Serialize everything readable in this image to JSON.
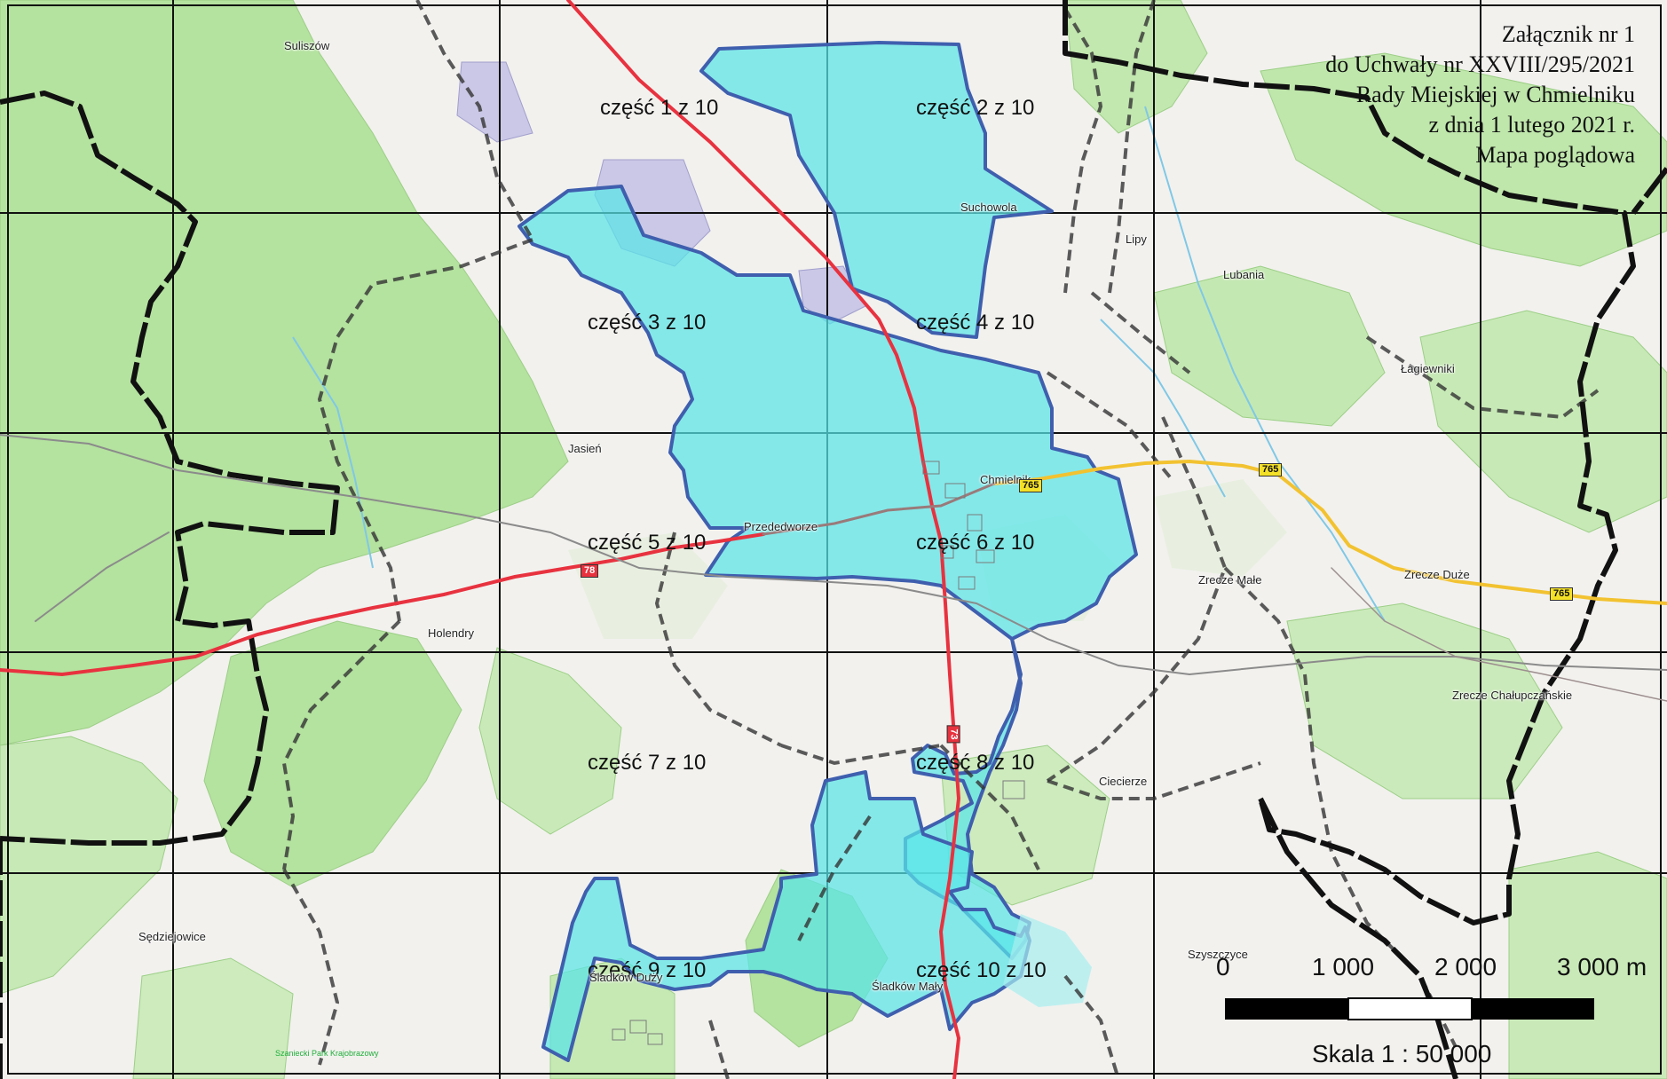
{
  "header": {
    "lines": [
      "Załącznik nr 1",
      "do Uchwały nr XXVIII/295/2021",
      "Rady Miejskiej w Chmielniku",
      "z dnia 1 lutego 2021 r.",
      "Mapa poglądowa"
    ]
  },
  "parts": [
    "część 1 z 10",
    "część 2 z 10",
    "część 3 z 10",
    "część 4 z 10",
    "część 5 z 10",
    "część 6 z 10",
    "część 7 z 10",
    "część 8 z 10",
    "część 9 z 10",
    "część 10 z 10"
  ],
  "places": [
    "Suliszów",
    "Suchowola",
    "Lipy",
    "Lubania",
    "Łagiewniki",
    "Jasień",
    "Chmielnik",
    "Przededworze",
    "Zrecze Małe",
    "Zrecze Duże",
    "Holendry",
    "Zrecze Chałupczańskie",
    "Ciecierze",
    "Sędziejowice",
    "Szyszczyce",
    "Śladków Duży",
    "Śladków Mały"
  ],
  "park": "Szaniecki Park Krajobrazowy",
  "roads": {
    "r78": "78",
    "r73": "73",
    "r765a": "765",
    "r765b": "765",
    "r765c": "765"
  },
  "scale": {
    "ticks": [
      "0",
      "1 000",
      "2 000",
      "3 000 m"
    ],
    "text": "Skala 1 : 50 000"
  },
  "colors": {
    "zone_fill": "#59e4e8",
    "zone_stroke": "#3f5fae",
    "forest": "#b4e29f",
    "field": "#f2f1ee",
    "boundary": "#111111",
    "national_road": "#e8323f",
    "regional_road": "#f2c230",
    "mining_area": "#c6c4e6"
  }
}
